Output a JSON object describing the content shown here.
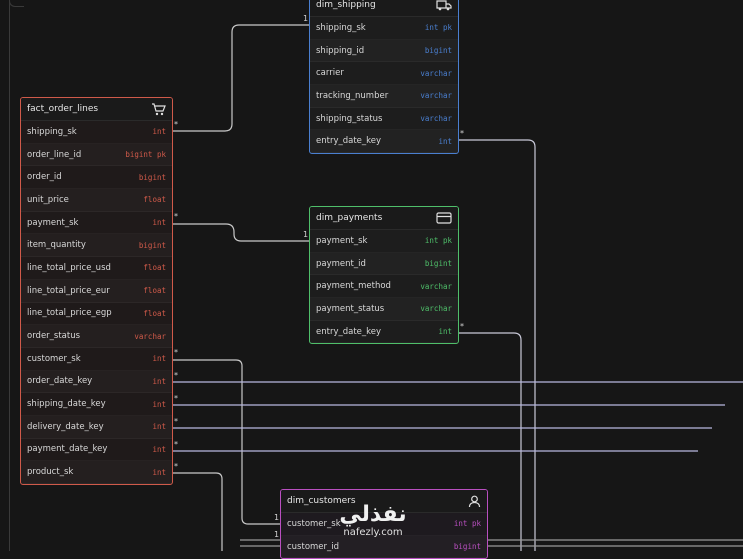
{
  "tables": {
    "dim_shipping": {
      "name": "dim_shipping",
      "icon": "truck-icon",
      "color": "#4a7fd0",
      "columns": [
        {
          "name": "shipping_sk",
          "type": "int pk"
        },
        {
          "name": "shipping_id",
          "type": "bigint"
        },
        {
          "name": "carrier",
          "type": "varchar"
        },
        {
          "name": "tracking_number",
          "type": "varchar"
        },
        {
          "name": "shipping_status",
          "type": "varchar"
        },
        {
          "name": "entry_date_key",
          "type": "int"
        }
      ]
    },
    "fact_order_lines": {
      "name": "fact_order_lines",
      "icon": "cart-icon",
      "color": "#d05a4a",
      "columns": [
        {
          "name": "shipping_sk",
          "type": "int"
        },
        {
          "name": "order_line_id",
          "type": "bigint pk"
        },
        {
          "name": "order_id",
          "type": "bigint"
        },
        {
          "name": "unit_price",
          "type": "float"
        },
        {
          "name": "payment_sk",
          "type": "int"
        },
        {
          "name": "item_quantity",
          "type": "bigint"
        },
        {
          "name": "line_total_price_usd",
          "type": "float"
        },
        {
          "name": "line_total_price_eur",
          "type": "float"
        },
        {
          "name": "line_total_price_egp",
          "type": "float"
        },
        {
          "name": "order_status",
          "type": "varchar"
        },
        {
          "name": "customer_sk",
          "type": "int"
        },
        {
          "name": "order_date_key",
          "type": "int"
        },
        {
          "name": "shipping_date_key",
          "type": "int"
        },
        {
          "name": "delivery_date_key",
          "type": "int"
        },
        {
          "name": "payment_date_key",
          "type": "int"
        },
        {
          "name": "product_sk",
          "type": "int"
        }
      ]
    },
    "dim_payments": {
      "name": "dim_payments",
      "icon": "credit-card-icon",
      "color": "#4fbf6a",
      "columns": [
        {
          "name": "payment_sk",
          "type": "int pk"
        },
        {
          "name": "payment_id",
          "type": "bigint"
        },
        {
          "name": "payment_method",
          "type": "varchar"
        },
        {
          "name": "payment_status",
          "type": "varchar"
        },
        {
          "name": "entry_date_key",
          "type": "int"
        }
      ]
    },
    "dim_customers": {
      "name": "dim_customers",
      "icon": "user-icon",
      "color": "#b94fc0",
      "columns": [
        {
          "name": "customer_sk",
          "type": "int pk"
        },
        {
          "name": "customer_id",
          "type": "bigint"
        }
      ]
    }
  },
  "cardinality": {
    "one": "1",
    "many": "*"
  },
  "watermark": {
    "arabic": "نفذلي",
    "latin": "nafezly.com"
  }
}
